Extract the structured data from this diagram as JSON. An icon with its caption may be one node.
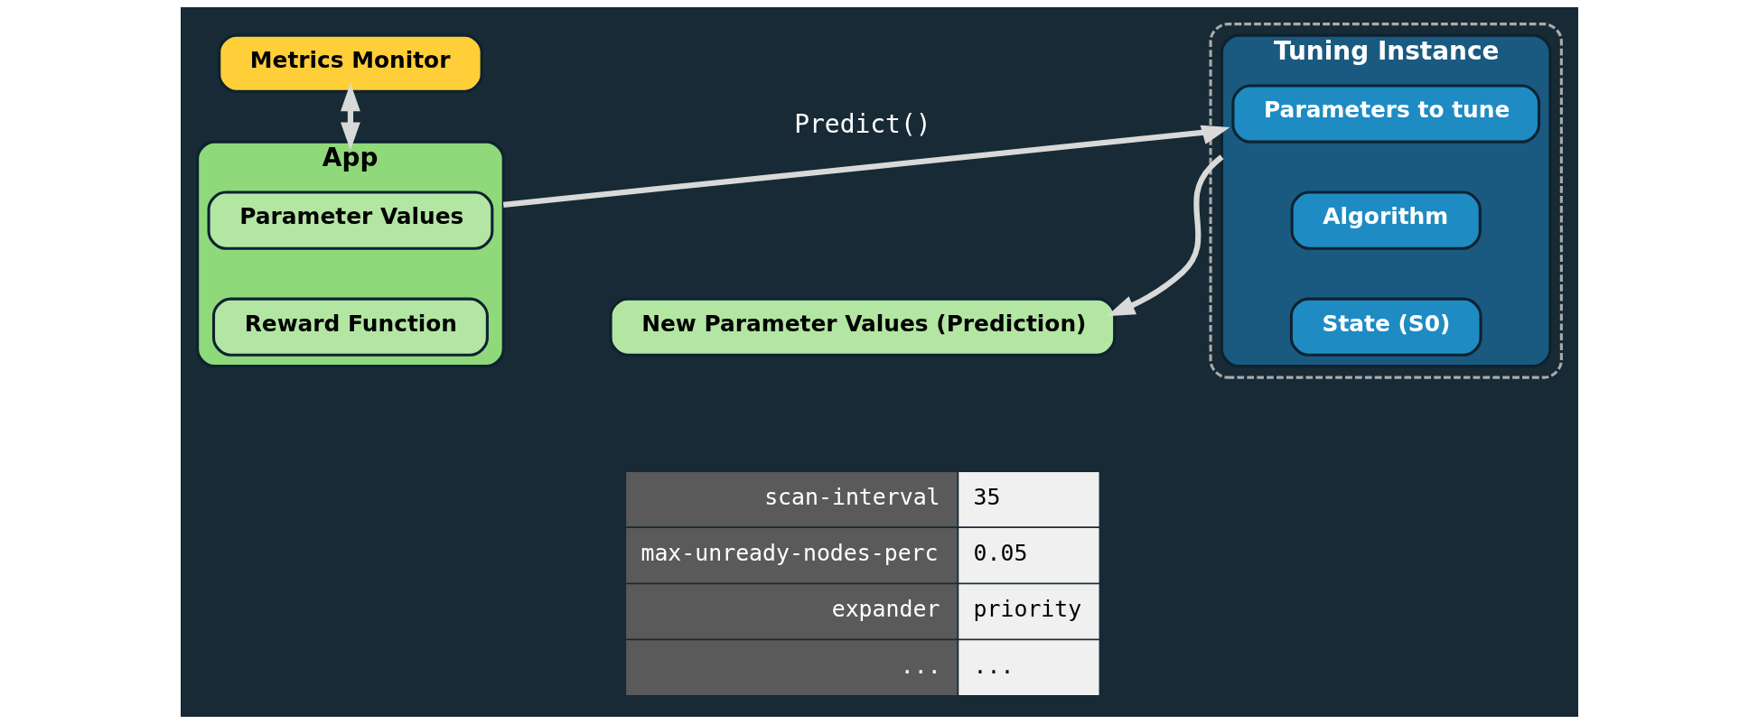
{
  "diagram": {
    "nodes": [
      {
        "text": [
          "App"
        ]
      },
      {
        "text": [
          "Parameter Values"
        ],
        "in": 0
      },
      {
        "text": [
          "Reward Function"
        ],
        "in": 0
      },
      {
        "text": [
          "Metrics Monitor"
        ]
      },
      {
        "text": [
          "New Parameter Values (Prediction)"
        ]
      },
      {
        "text": [],
        "shape": "box"
      },
      {
        "text": [
          "Tuning Instance"
        ],
        "in": 5
      },
      {
        "text": [
          "Parameters to tune"
        ],
        "in": 6
      },
      {
        "text": [
          "Algorithm"
        ],
        "in": 6
      },
      {
        "text": [
          "State (S0)"
        ],
        "in": 6
      }
    ],
    "edges": [
      {
        "from": 0,
        "to": 6,
        "arrow": "to",
        "label": "Predict()"
      },
      {
        "from": 6,
        "to": 4,
        "arrow": "to"
      },
      {
        "from": 0,
        "to": 3,
        "arrow": "both"
      }
    ],
    "labels": [
      "scan-interval",
      "35",
      "max-unready-nodes-perc",
      "0.05",
      "expander",
      "priority",
      "...",
      "..."
    ]
  }
}
